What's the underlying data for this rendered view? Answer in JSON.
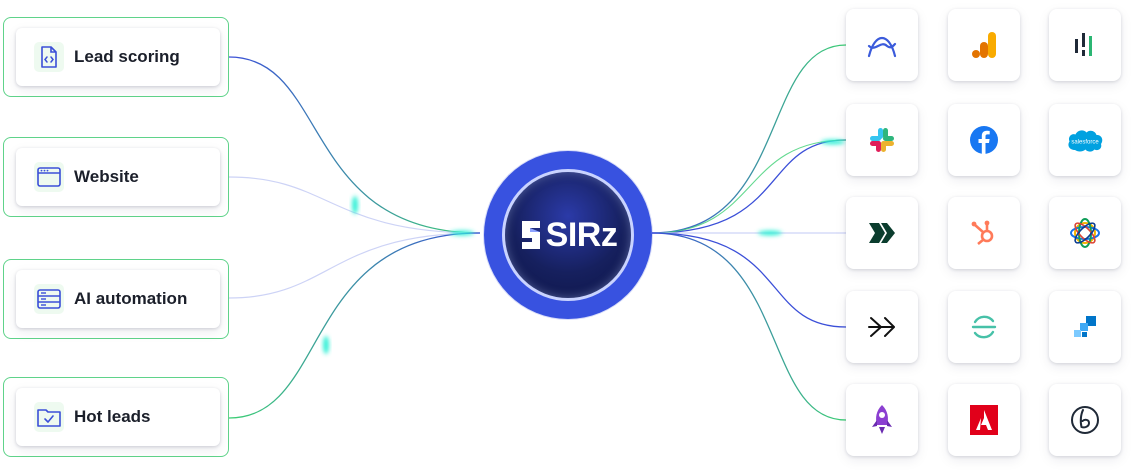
{
  "hub": {
    "name": "SIRz"
  },
  "features": [
    {
      "id": "lead-scoring",
      "label": "Lead scoring",
      "icon": "code-file-icon"
    },
    {
      "id": "website",
      "label": "Website",
      "icon": "browser-window-icon"
    },
    {
      "id": "ai-automation",
      "label": "AI automation",
      "icon": "server-rack-icon"
    },
    {
      "id": "hot-leads",
      "label": "Hot leads",
      "icon": "folder-check-icon"
    }
  ],
  "integrations": [
    {
      "icon": "arc-wave-icon"
    },
    {
      "icon": "analytics-bars-icon"
    },
    {
      "icon": "vertical-bars-icon"
    },
    {
      "icon": "slack-icon"
    },
    {
      "icon": "facebook-icon"
    },
    {
      "icon": "salesforce-icon"
    },
    {
      "icon": "double-chevron-icon"
    },
    {
      "icon": "hubspot-icon"
    },
    {
      "icon": "orbit-sphere-icon"
    },
    {
      "icon": "arrow-burst-icon"
    },
    {
      "icon": "circle-lines-icon"
    },
    {
      "icon": "blue-squares-icon"
    },
    {
      "icon": "rocket-icon"
    },
    {
      "icon": "adobe-icon"
    },
    {
      "icon": "circle-b-icon"
    }
  ],
  "integration_labels": {
    "salesforce": "salesforce"
  },
  "colors": {
    "green": "#3ccf74",
    "blue": "#3b4fd8",
    "faint": "#cdd3f6",
    "hub_ring": "#3852e0",
    "hub_core": "#16205e",
    "cyan_glow": "#33f0d6"
  }
}
